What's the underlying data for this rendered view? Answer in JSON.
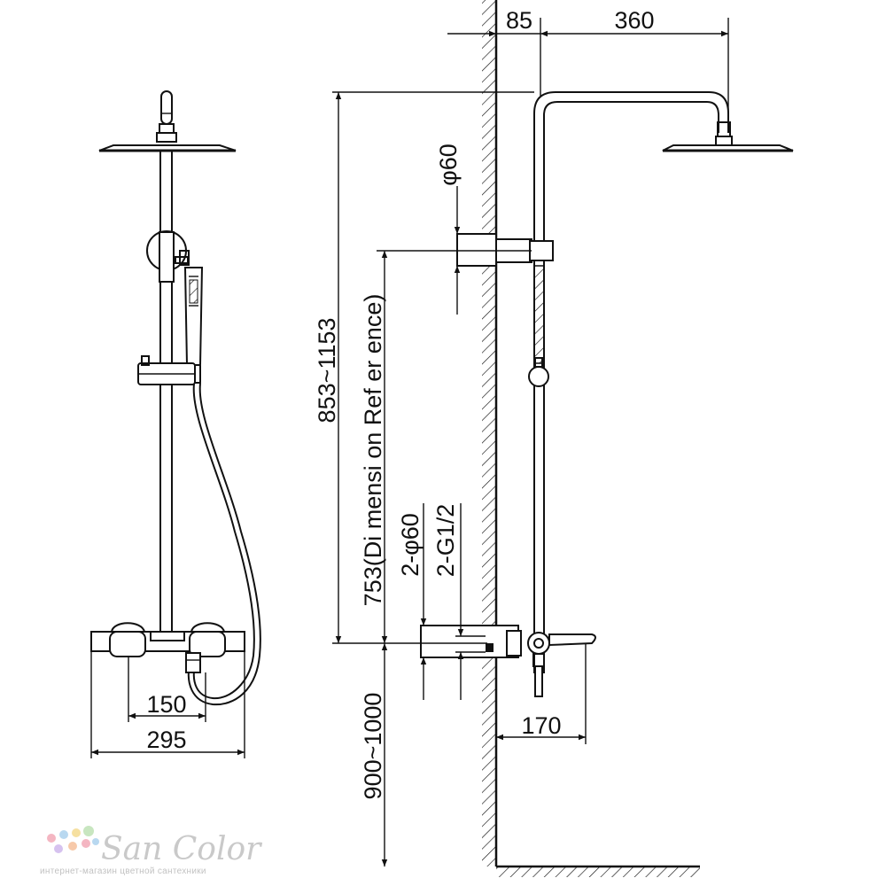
{
  "dimensions": {
    "wall_offset": "85",
    "arm_length": "360",
    "pipe_diameter": "φ60",
    "height_range": "853~1153",
    "reference_height": "753(Di mensi on  Ref er ence)",
    "inlet_diameter": "2-φ60",
    "inlet_thread": "2-G1/2",
    "floor_height": "900~1000",
    "spout_length": "170",
    "inlet_spacing": "150",
    "mixer_width": "295"
  },
  "watermark": {
    "brand": "San Color",
    "tagline": "интернет-магазин цветной сантехники",
    "dot_colors": [
      "#f4b6c2",
      "#b8d8f0",
      "#f6e0a0",
      "#c8e6c0",
      "#d6c2ef",
      "#f7c9a9"
    ]
  }
}
